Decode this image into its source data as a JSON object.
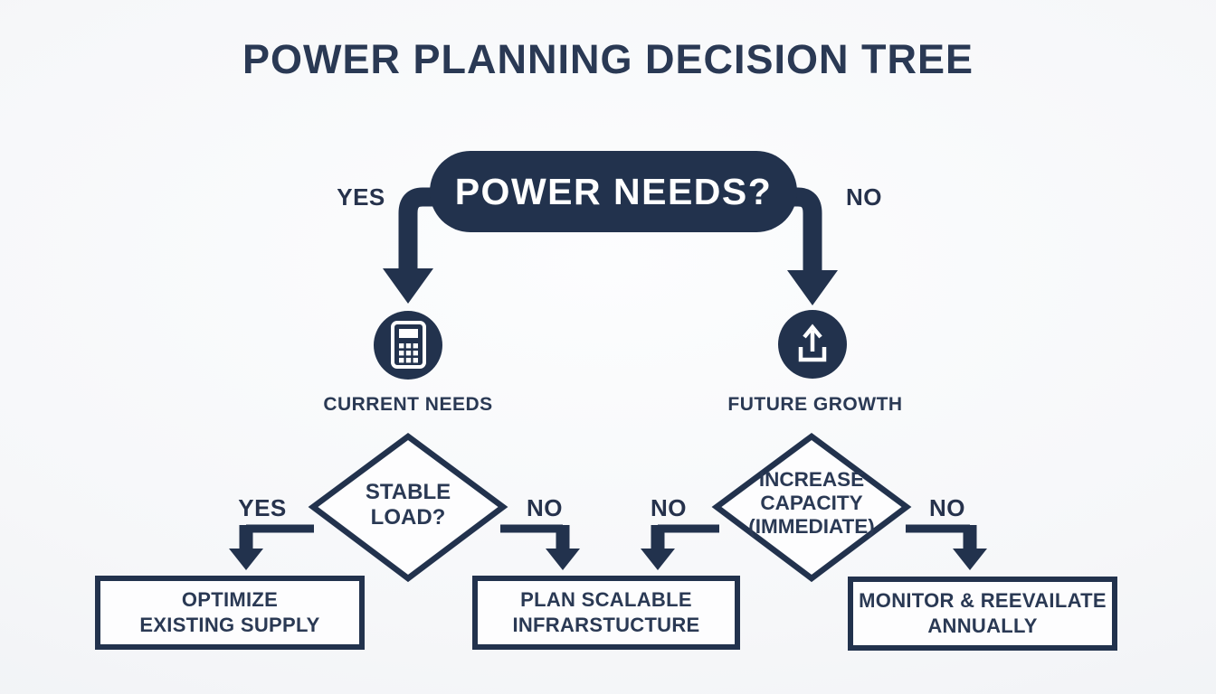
{
  "title": "POWER PLANNING DECISION TREE",
  "colors": {
    "navy": "#22324d",
    "ink": "#2a3954",
    "background": "#f6f7f9",
    "node_fill": "#fdfdfe",
    "pill_text": "#ffffff"
  },
  "root": {
    "label": "POWER NEEDS?",
    "yes_label": "YES",
    "no_label": "NO"
  },
  "level2": {
    "left": {
      "icon": "calculator-icon",
      "label": "CURRENT NEEDS"
    },
    "right": {
      "icon": "upload-icon",
      "label": "FUTURE GROWTH"
    }
  },
  "decisions": {
    "left": {
      "question": "STABLE\nLOAD?",
      "yes_label": "YES",
      "no_label": "NO"
    },
    "right": {
      "question": "INCREASE\nCAPACITY\n(IMMEDIATE)",
      "no_left_label": "NO",
      "no_right_label": "NO"
    }
  },
  "outcomes": {
    "left": {
      "label": "OPTIMIZE\nEXISTING SUPPLY"
    },
    "middle": {
      "label": "PLAN SCALABLE\nINFRARSTUCTURE"
    },
    "right": {
      "label": "MONITOR & REEVAILATE\nANNUALLY"
    }
  }
}
